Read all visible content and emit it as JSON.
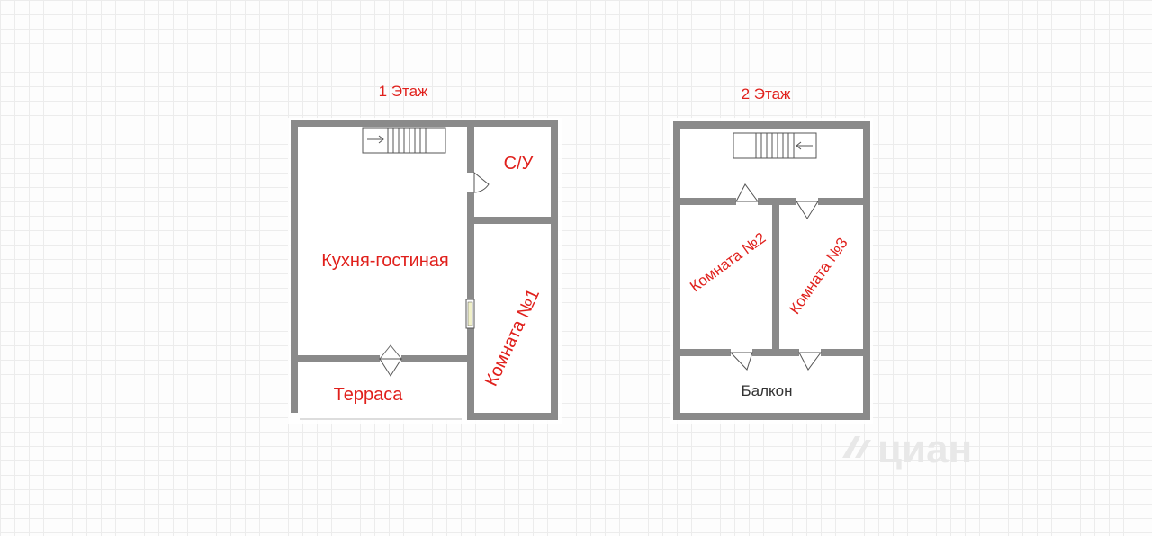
{
  "floors": [
    {
      "title": "1 Этаж",
      "rooms": {
        "kitchen": "Кухня-гостиная",
        "bathroom": "С/У",
        "room1": "Комната №1",
        "terrace": "Терраса"
      }
    },
    {
      "title": "2 Этаж",
      "rooms": {
        "room2": "Комната №2",
        "room3": "Комната №3",
        "balcony": "Балкон"
      }
    }
  ],
  "watermark": "циан",
  "colors": {
    "label": "#e0201c",
    "wall": "#8a8a8a",
    "background": "#fdfdfd"
  }
}
